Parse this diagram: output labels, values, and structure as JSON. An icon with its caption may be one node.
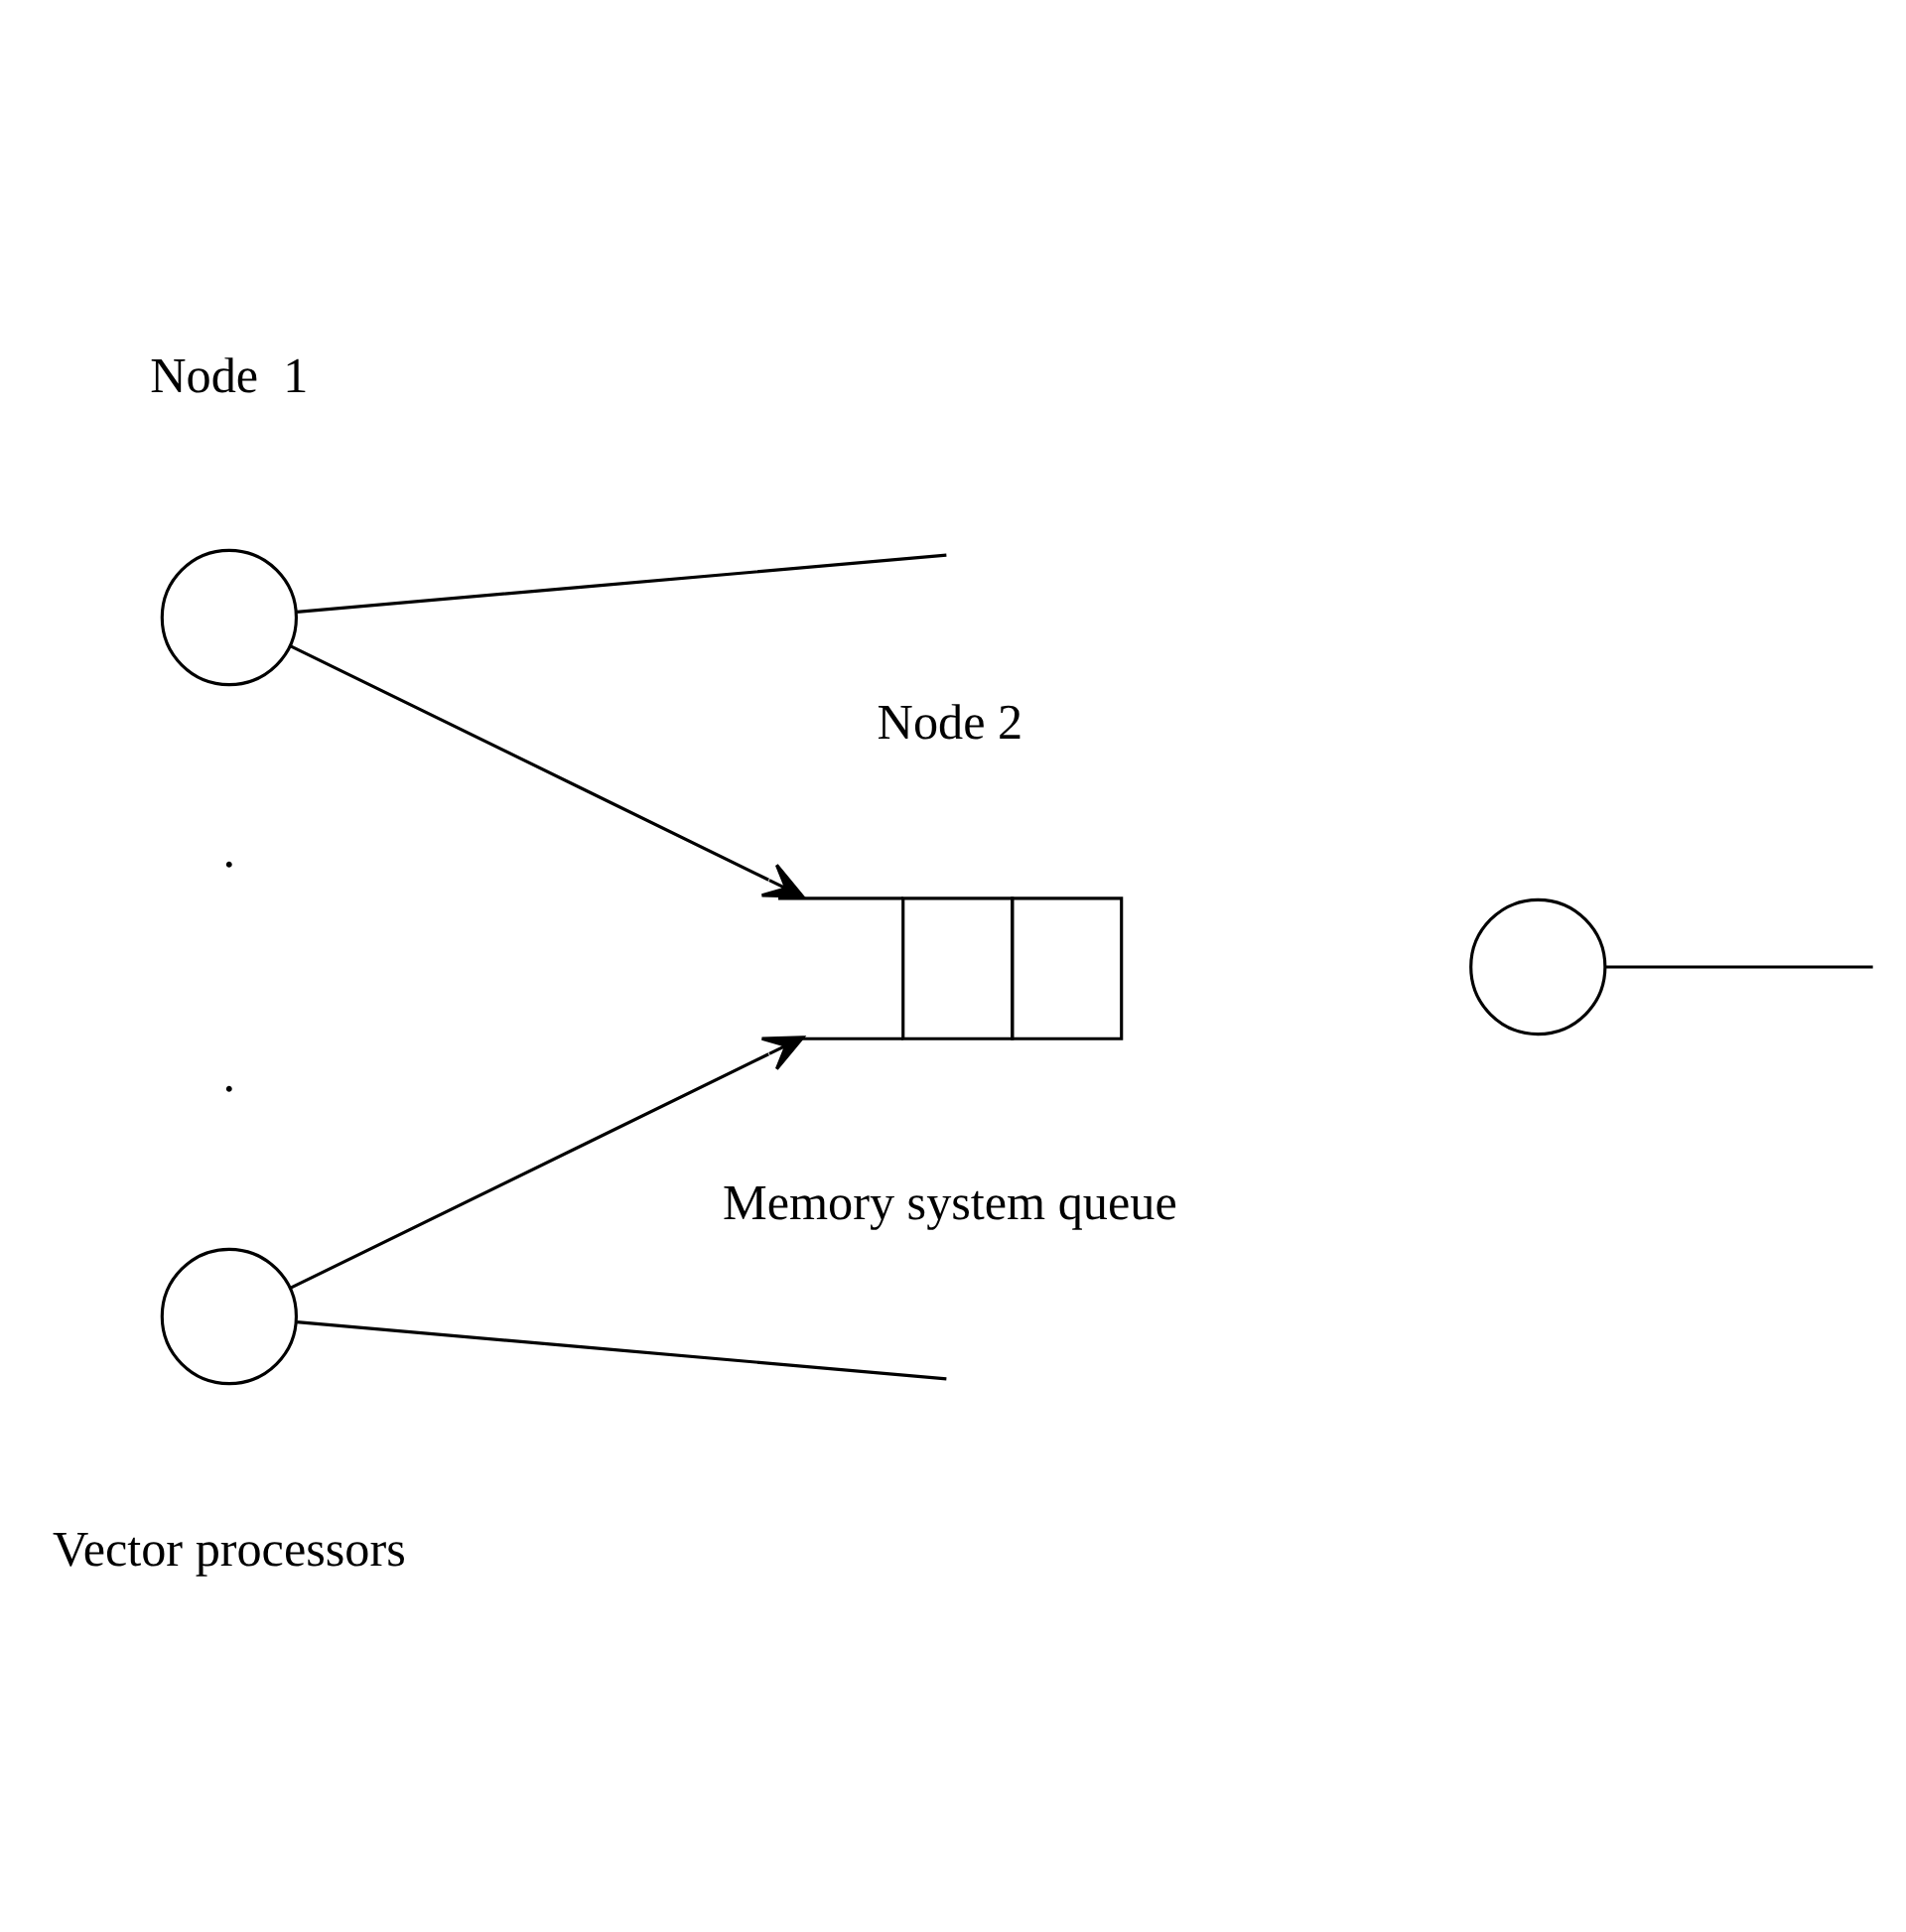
{
  "diagram": {
    "nodes": [
      {
        "text": [],
        "shape": "circle"
      },
      {
        "text": [],
        "shape": "circle"
      },
      {
        "text": [],
        "shape": "box"
      },
      {
        "text": [],
        "shape": "circle"
      }
    ],
    "edges": [
      {
        "from": 0,
        "to": 2,
        "arrow": "to"
      },
      {
        "from": 1,
        "to": 2,
        "arrow": "to"
      },
      {
        "from": 0,
        "to": null,
        "arrow": "none"
      },
      {
        "from": 1,
        "to": null,
        "arrow": "none"
      },
      {
        "from": 3,
        "to": null,
        "arrow": "none"
      }
    ],
    "labels": [
      "Node  1",
      ".",
      ".",
      "Vector processors",
      "Node 2",
      "Memory system queue"
    ]
  }
}
